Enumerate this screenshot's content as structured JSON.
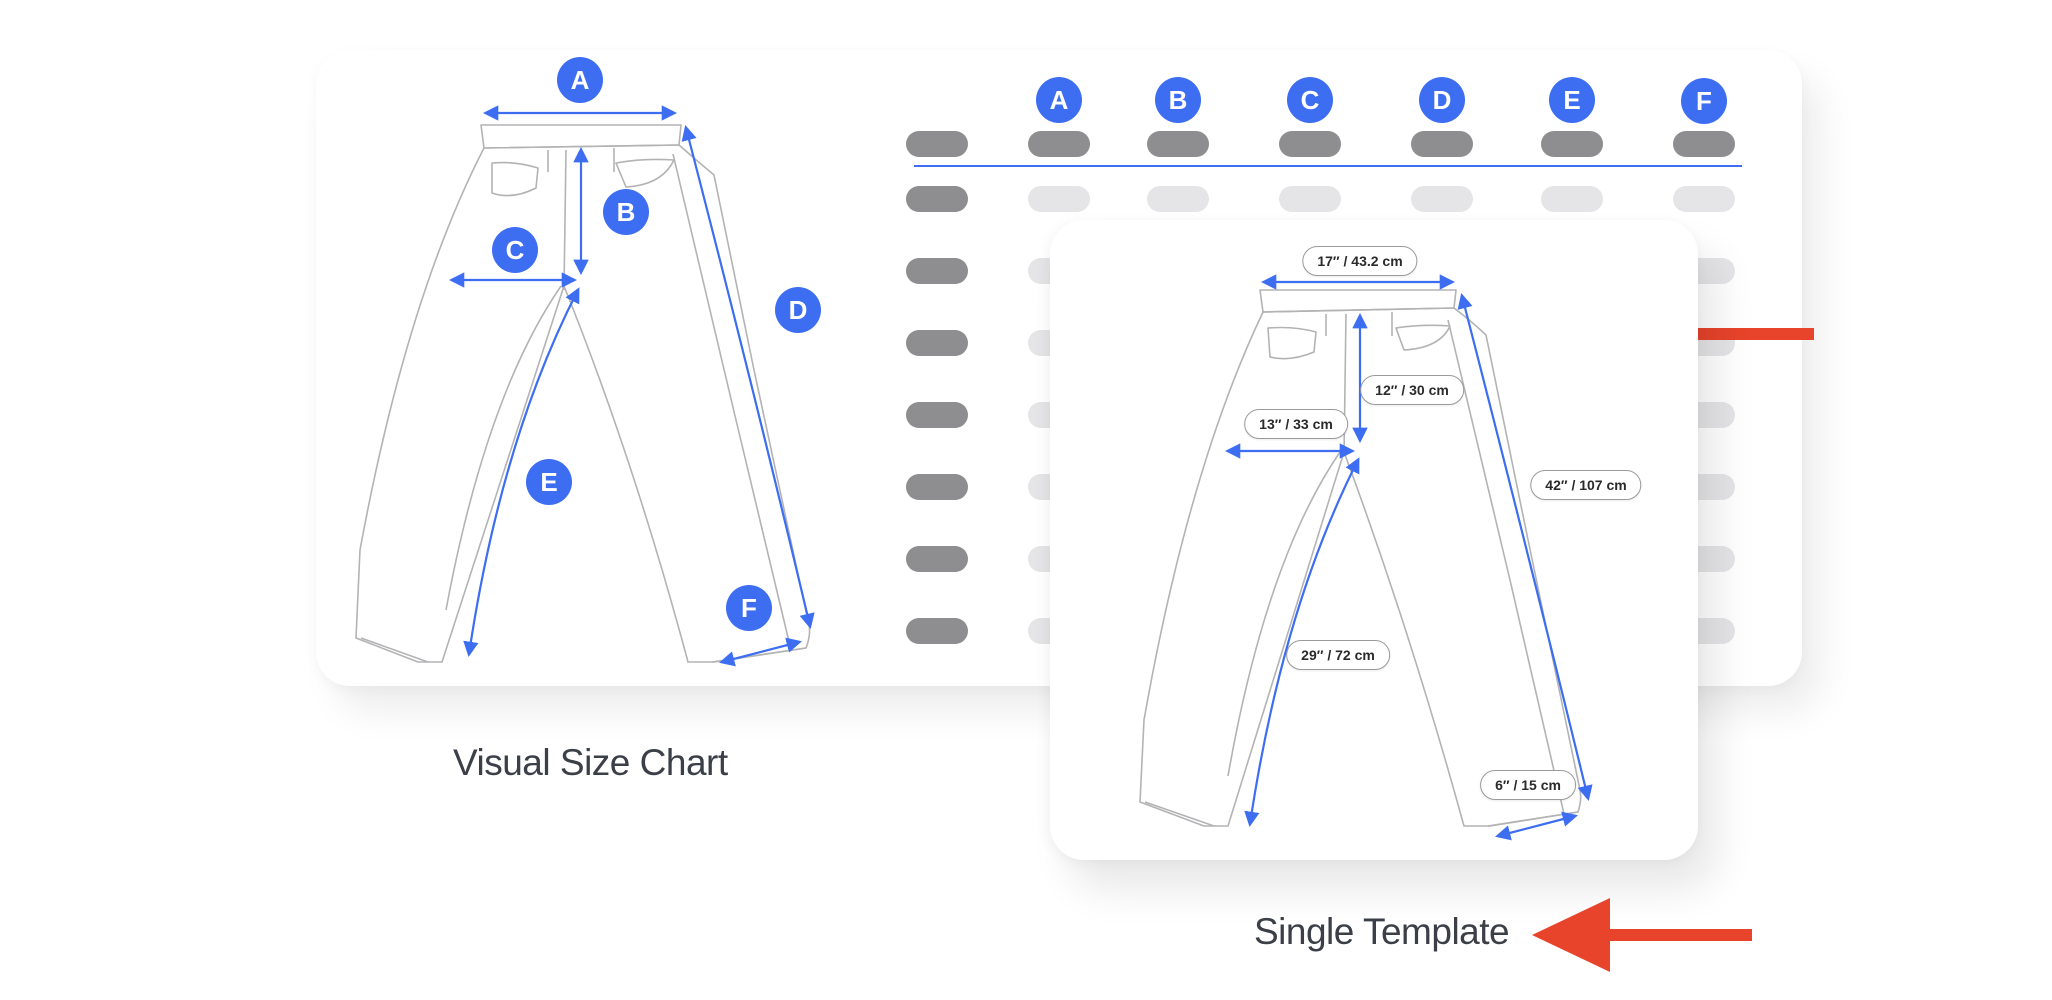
{
  "visual_size_chart": {
    "caption": "Visual Size Chart",
    "badges": [
      "A",
      "B",
      "C",
      "D",
      "E",
      "F"
    ],
    "table_headers": [
      "A",
      "B",
      "C",
      "D",
      "E",
      "F"
    ]
  },
  "single_template": {
    "caption": "Single Template",
    "measurements": {
      "waist": "17″ / 43.2 cm",
      "rise": "12″ / 30 cm",
      "thigh": "13″ / 33 cm",
      "outseam": "42″ / 107 cm",
      "inseam": "29″ / 72 cm",
      "leg_opening": "6″ / 15 cm"
    }
  },
  "colors": {
    "accent_blue": "#3d6ef2",
    "arrow_red": "#e8432b",
    "pill_dark": "#8e8e91",
    "pill_light": "#e5e5e7"
  }
}
